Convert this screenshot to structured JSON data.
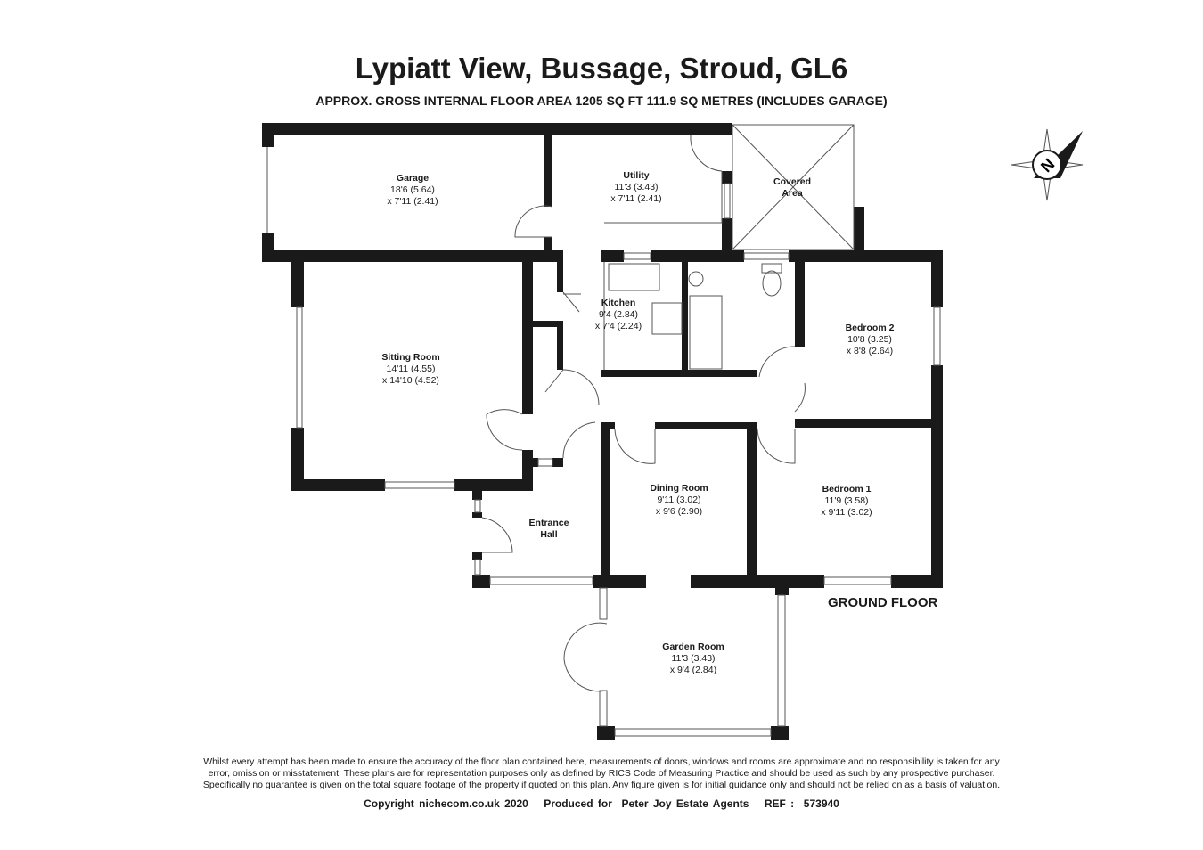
{
  "title": "Lypiatt View, Bussage, Stroud, GL6",
  "subtitle": "APPROX. GROSS INTERNAL FLOOR AREA 1205 SQ FT 111.9 SQ METRES (INCLUDES GARAGE)",
  "floor_label": "GROUND FLOOR",
  "compass_letter": "N",
  "rooms": {
    "garage": {
      "name": "Garage",
      "dim1": "18'6 (5.64)",
      "dim2": "x 7'11 (2.41)"
    },
    "utility": {
      "name": "Utility",
      "dim1": "11'3 (3.43)",
      "dim2": "x 7'11 (2.41)"
    },
    "covered": {
      "name": "Covered",
      "dim1": "Area"
    },
    "kitchen": {
      "name": "Kitchen",
      "dim1": "9'4 (2.84)",
      "dim2": "x 7'4 (2.24)"
    },
    "sitting": {
      "name": "Sitting Room",
      "dim1": "14'11 (4.55)",
      "dim2": "x 14'10 (4.52)"
    },
    "bedroom2": {
      "name": "Bedroom 2",
      "dim1": "10'8 (3.25)",
      "dim2": "x 8'8 (2.64)"
    },
    "dining": {
      "name": "Dining Room",
      "dim1": "9'11 (3.02)",
      "dim2": "x 9'6 (2.90)"
    },
    "bedroom1": {
      "name": "Bedroom 1",
      "dim1": "11'9 (3.58)",
      "dim2": "x 9'11 (3.02)"
    },
    "entrance": {
      "name": "Entrance",
      "dim1": "Hall"
    },
    "garden": {
      "name": "Garden Room",
      "dim1": "11'3 (3.43)",
      "dim2": "x 9'4 (2.84)"
    }
  },
  "disclaimer": [
    "Whilst every attempt has been made to ensure the accuracy of the floor plan contained here, measurements of doors, windows and rooms are approximate and no responsibility is taken for any",
    "error, omission or misstatement. These plans are for representation purposes only as defined by RICS Code of Measuring Practice and should be used as such by any prospective purchaser.",
    "Specifically no guarantee is given on the total square footage of the property if quoted on this plan. Any figure given is for initial guidance only and should not be relied on as a basis of valuation."
  ],
  "footer": {
    "copyright": "Copyright nichecom.co.uk 2020",
    "produced": "Produced for  Peter Joy Estate Agents",
    "ref": "REF :  573940"
  }
}
